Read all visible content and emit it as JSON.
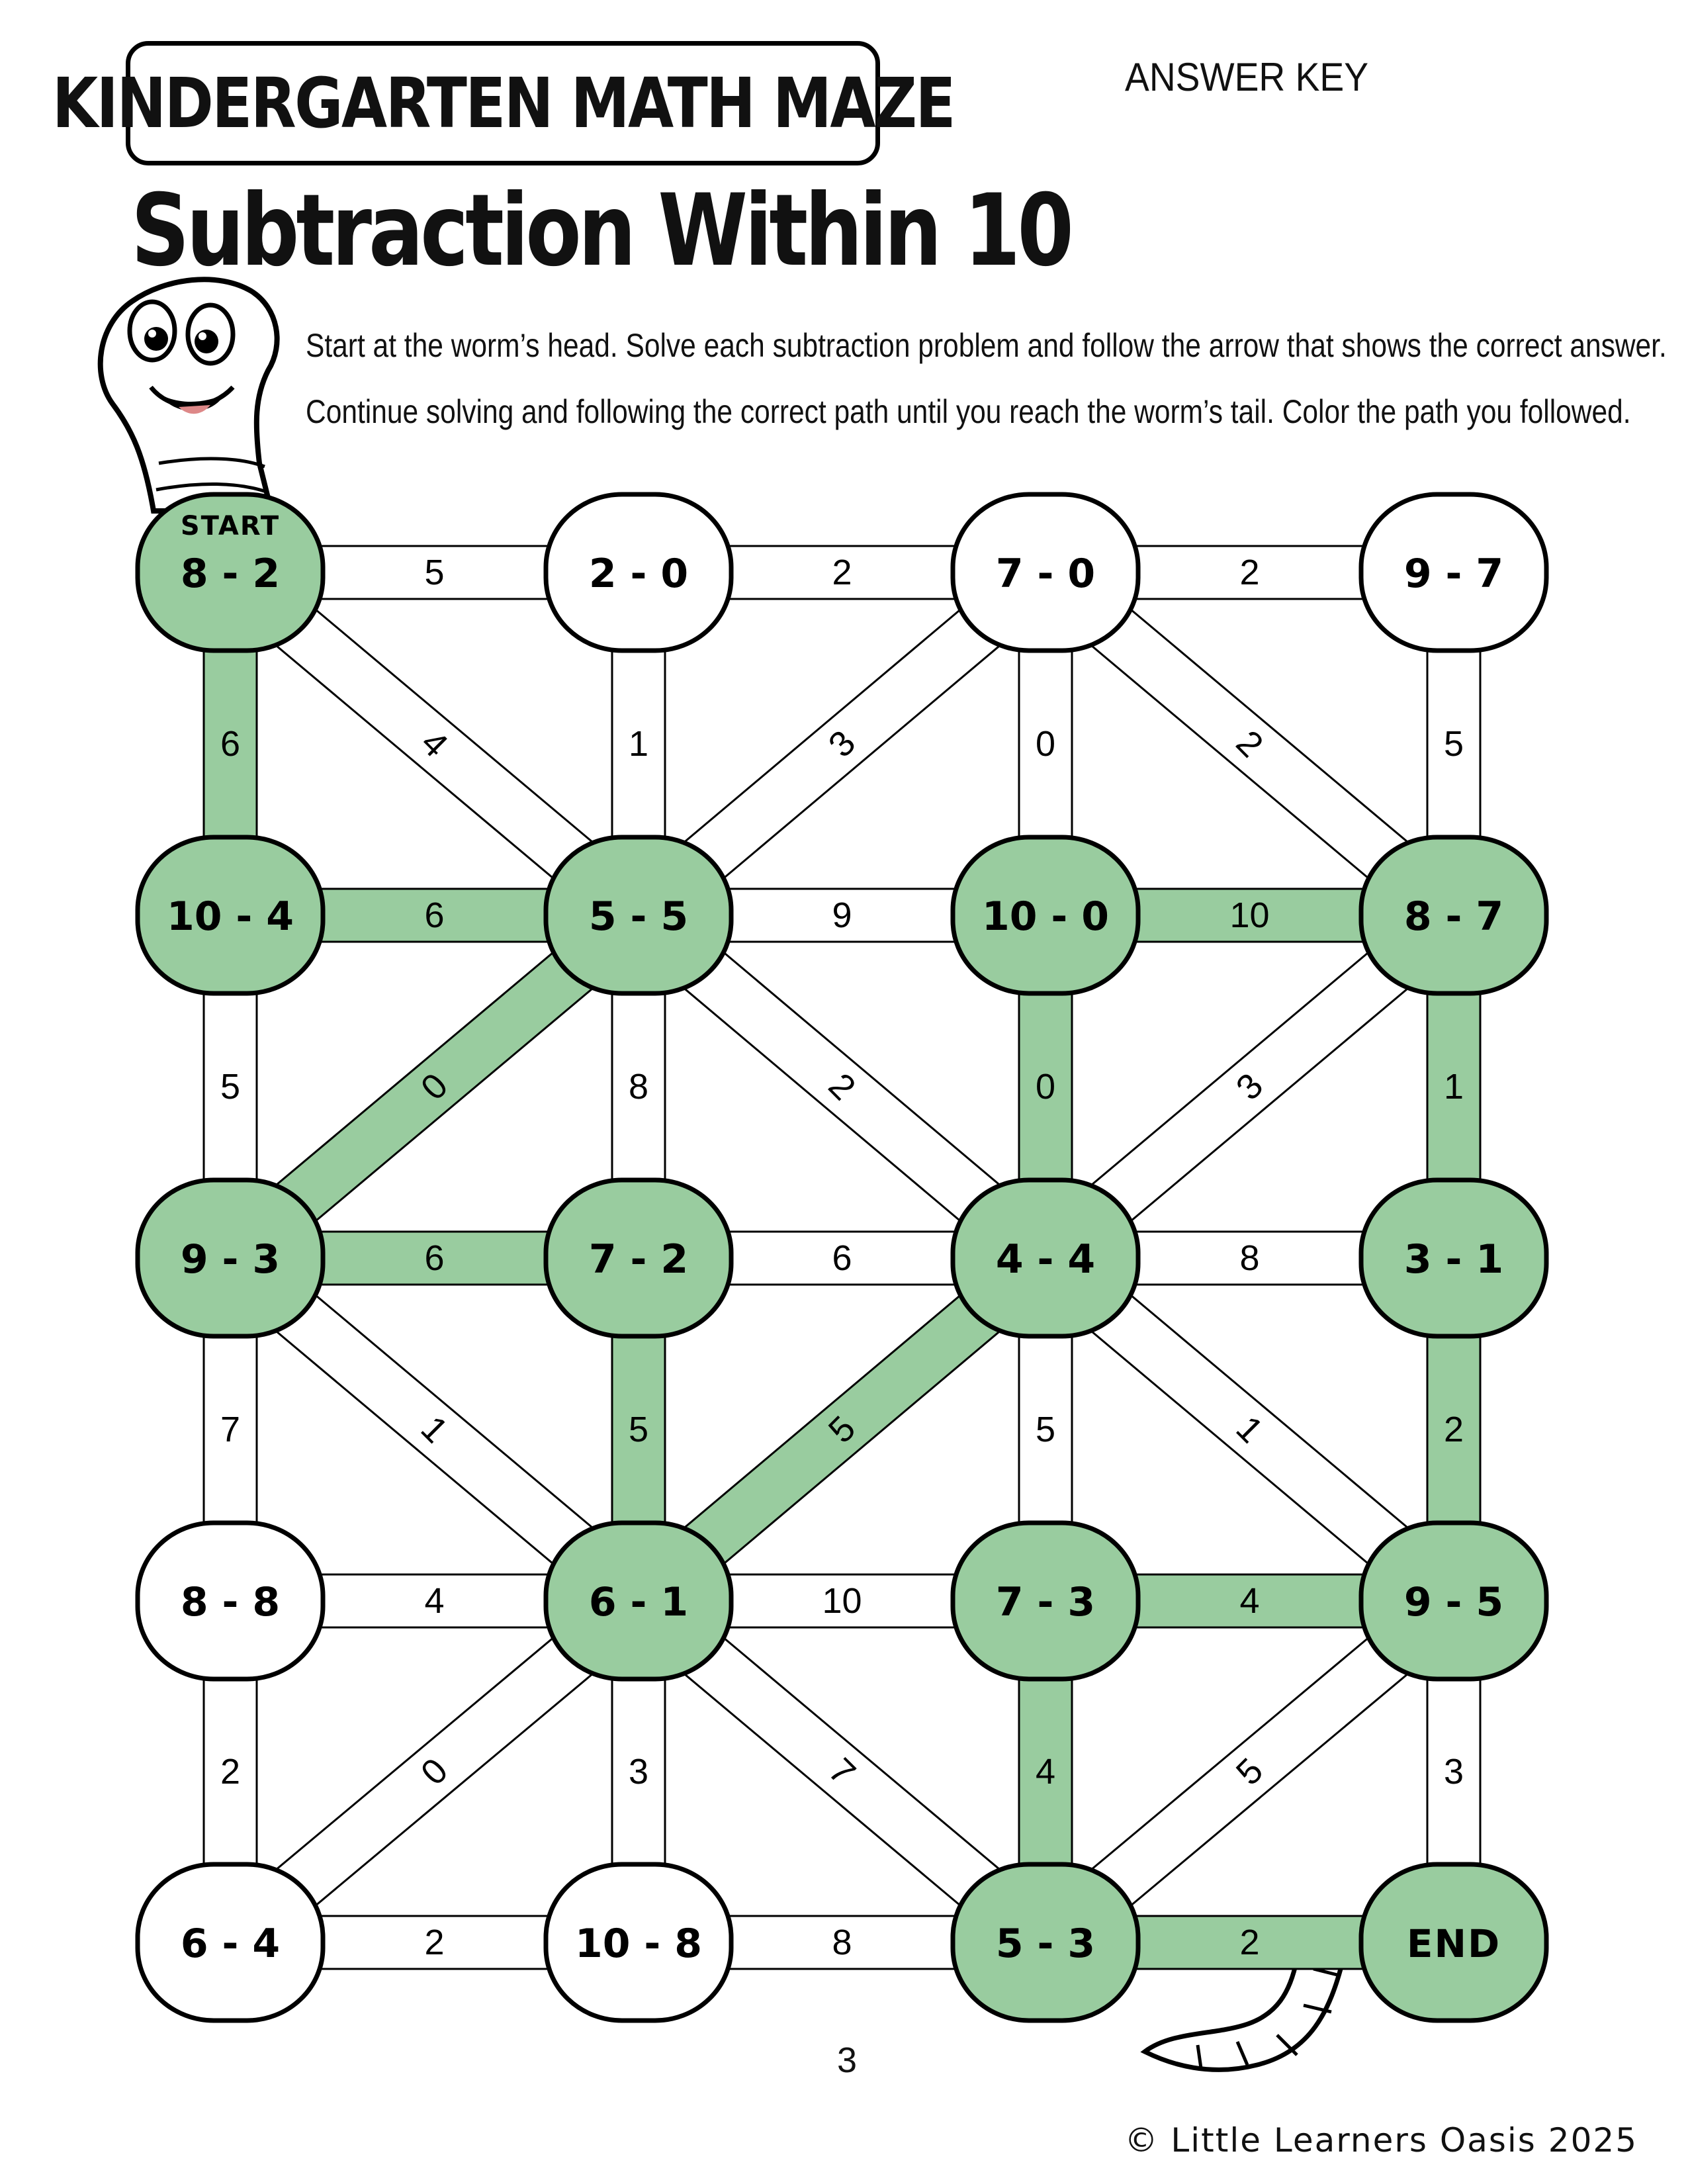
{
  "title": "KINDERGARTEN MATH MAZE",
  "answer_key_label": "ANSWER KEY",
  "subtitle": "Subtraction Within 10",
  "instructions": [
    "Start at the worm’s head. Solve each subtraction problem and follow the arrow that shows the correct answer.",
    "Continue solving and following the correct path until you reach the worm’s tail. Color the path you followed."
  ],
  "start_label": "START",
  "page_number": "3",
  "copyright": "© Little Learners Oasis 2025",
  "colors": {
    "path_fill": "#99cc9f",
    "outline": "#000000",
    "background": "#ffffff"
  },
  "icons": {
    "head": "worm-head-icon",
    "tail": "worm-tail-icon"
  },
  "grid": {
    "rows": 5,
    "cols": 4,
    "nodes": [
      {
        "label": "8 - 2",
        "on_path": true
      },
      {
        "label": "2 - 0",
        "on_path": false
      },
      {
        "label": "7 - 0",
        "on_path": false
      },
      {
        "label": "9 - 7",
        "on_path": false
      },
      {
        "label": "10 - 4",
        "on_path": true
      },
      {
        "label": "5 - 5",
        "on_path": true
      },
      {
        "label": "10 - 0",
        "on_path": true
      },
      {
        "label": "8 - 7",
        "on_path": true
      },
      {
        "label": "9 - 3",
        "on_path": true
      },
      {
        "label": "7 - 2",
        "on_path": true
      },
      {
        "label": "4 - 4",
        "on_path": true
      },
      {
        "label": "3 - 1",
        "on_path": true
      },
      {
        "label": "8 - 8",
        "on_path": false
      },
      {
        "label": "6 - 1",
        "on_path": true
      },
      {
        "label": "7 - 3",
        "on_path": true
      },
      {
        "label": "9 - 5",
        "on_path": true
      },
      {
        "label": "6 - 4",
        "on_path": false
      },
      {
        "label": "10 - 8",
        "on_path": false
      },
      {
        "label": "5 - 3",
        "on_path": true
      },
      {
        "label": "END",
        "on_path": true,
        "end": true
      }
    ],
    "edges": [
      {
        "a": 0,
        "b": 1,
        "label": "5",
        "on_path": false
      },
      {
        "a": 1,
        "b": 2,
        "label": "2",
        "on_path": false
      },
      {
        "a": 2,
        "b": 3,
        "label": "2",
        "on_path": false
      },
      {
        "a": 0,
        "b": 4,
        "label": "6",
        "on_path": true
      },
      {
        "a": 1,
        "b": 5,
        "label": "1",
        "on_path": false
      },
      {
        "a": 2,
        "b": 6,
        "label": "0",
        "on_path": false
      },
      {
        "a": 3,
        "b": 7,
        "label": "5",
        "on_path": false
      },
      {
        "a": 0,
        "b": 5,
        "label": "4",
        "on_path": false
      },
      {
        "a": 2,
        "b": 5,
        "label": "3",
        "on_path": false
      },
      {
        "a": 2,
        "b": 7,
        "label": "2",
        "on_path": false
      },
      {
        "a": 4,
        "b": 5,
        "label": "6",
        "on_path": true
      },
      {
        "a": 5,
        "b": 6,
        "label": "9",
        "on_path": false
      },
      {
        "a": 6,
        "b": 7,
        "label": "10",
        "on_path": true
      },
      {
        "a": 4,
        "b": 8,
        "label": "5",
        "on_path": false
      },
      {
        "a": 5,
        "b": 9,
        "label": "8",
        "on_path": false
      },
      {
        "a": 6,
        "b": 10,
        "label": "0",
        "on_path": true
      },
      {
        "a": 7,
        "b": 11,
        "label": "1",
        "on_path": true
      },
      {
        "a": 5,
        "b": 8,
        "label": "0",
        "on_path": true
      },
      {
        "a": 5,
        "b": 10,
        "label": "2",
        "on_path": false
      },
      {
        "a": 7,
        "b": 10,
        "label": "3",
        "on_path": false
      },
      {
        "a": 8,
        "b": 9,
        "label": "6",
        "on_path": true
      },
      {
        "a": 9,
        "b": 10,
        "label": "6",
        "on_path": false
      },
      {
        "a": 10,
        "b": 11,
        "label": "8",
        "on_path": false
      },
      {
        "a": 8,
        "b": 12,
        "label": "7",
        "on_path": false
      },
      {
        "a": 9,
        "b": 13,
        "label": "5",
        "on_path": true
      },
      {
        "a": 10,
        "b": 14,
        "label": "5",
        "on_path": false
      },
      {
        "a": 11,
        "b": 15,
        "label": "2",
        "on_path": true
      },
      {
        "a": 8,
        "b": 13,
        "label": "1",
        "on_path": false
      },
      {
        "a": 10,
        "b": 13,
        "label": "5",
        "on_path": true
      },
      {
        "a": 10,
        "b": 15,
        "label": "1",
        "on_path": false
      },
      {
        "a": 12,
        "b": 13,
        "label": "4",
        "on_path": false
      },
      {
        "a": 13,
        "b": 14,
        "label": "10",
        "on_path": false
      },
      {
        "a": 14,
        "b": 15,
        "label": "4",
        "on_path": true
      },
      {
        "a": 12,
        "b": 16,
        "label": "2",
        "on_path": false
      },
      {
        "a": 13,
        "b": 17,
        "label": "3",
        "on_path": false
      },
      {
        "a": 14,
        "b": 18,
        "label": "4",
        "on_path": true
      },
      {
        "a": 15,
        "b": 19,
        "label": "3",
        "on_path": false
      },
      {
        "a": 13,
        "b": 16,
        "label": "0",
        "on_path": false
      },
      {
        "a": 13,
        "b": 18,
        "label": "7",
        "on_path": false
      },
      {
        "a": 15,
        "b": 18,
        "label": "5",
        "on_path": false
      },
      {
        "a": 16,
        "b": 17,
        "label": "2",
        "on_path": false
      },
      {
        "a": 17,
        "b": 18,
        "label": "8",
        "on_path": false
      },
      {
        "a": 18,
        "b": 19,
        "label": "2",
        "on_path": true
      }
    ]
  }
}
